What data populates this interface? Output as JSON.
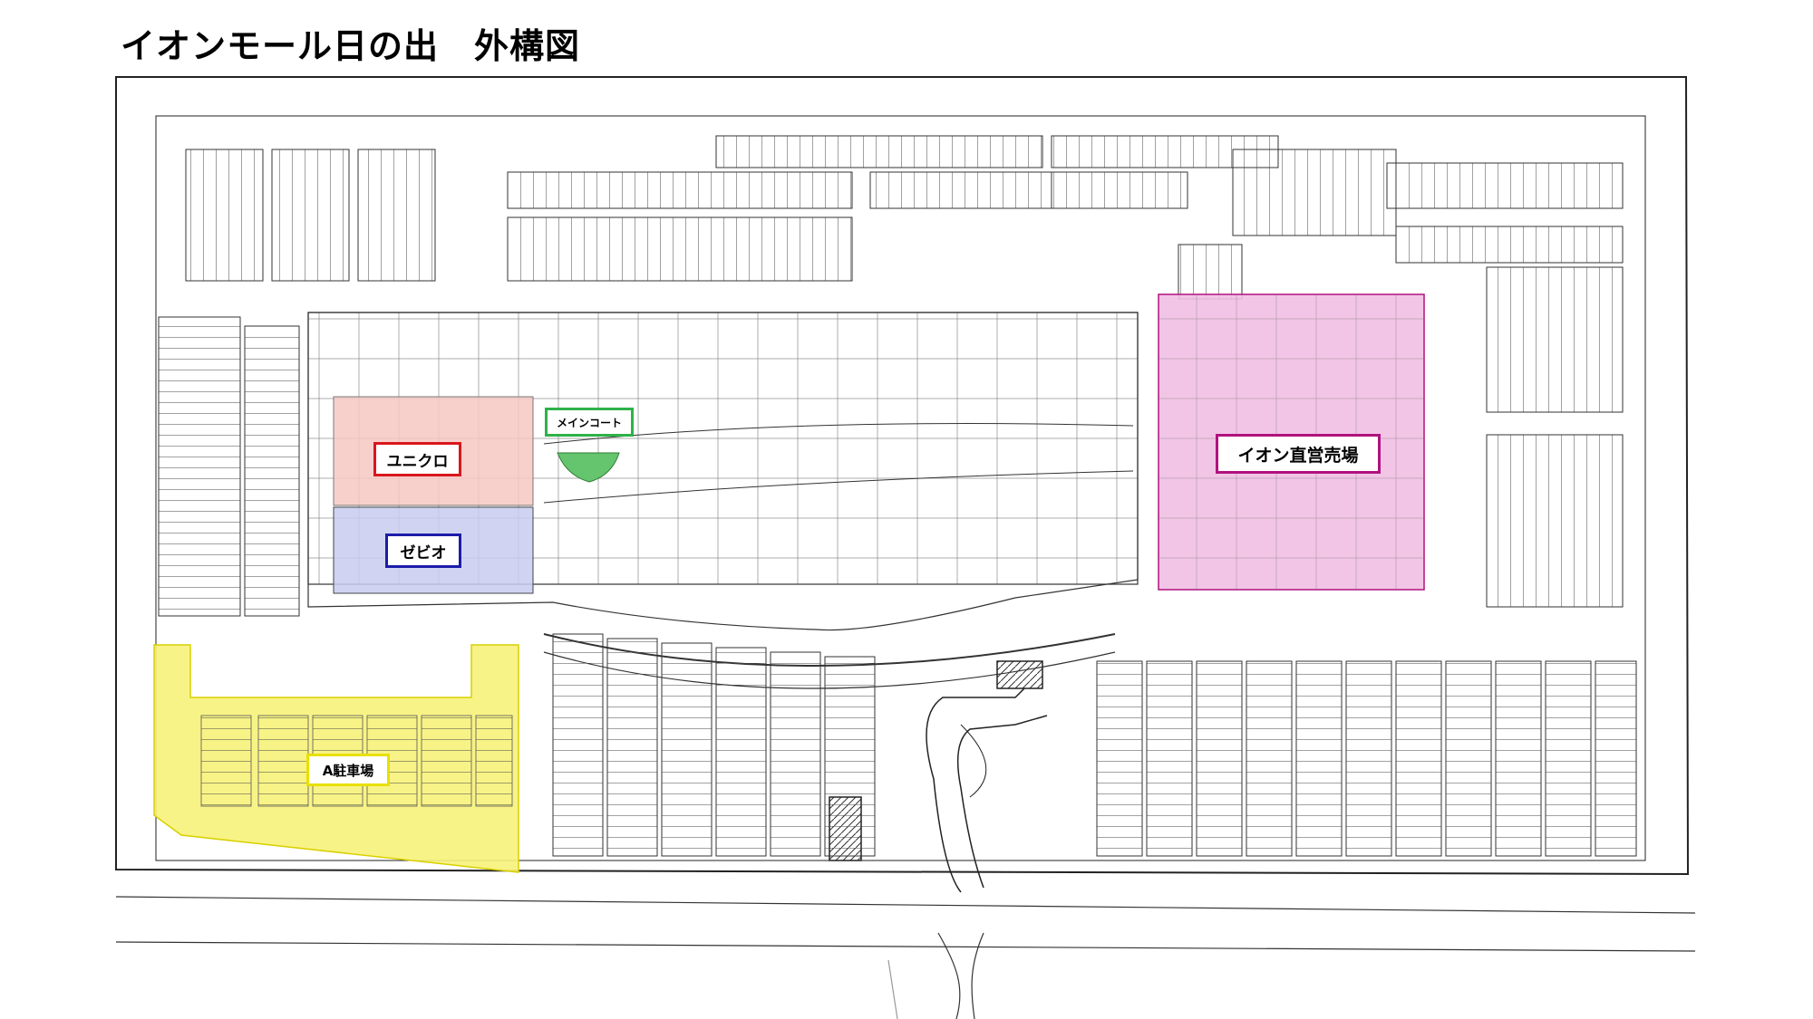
{
  "page": {
    "title": "イオンモール日の出　外構図"
  },
  "labels": {
    "uniqlo": "ユニクロ",
    "xebio": "ゼビオ",
    "main_court": "メインコート",
    "aeon_direct": "イオン直営売場",
    "a_parking": "A駐車場"
  },
  "colors": {
    "uniqlo_fill": "#f6c8c3",
    "uniqlo_border": "#d9161d",
    "xebio_fill": "#c8cdf0",
    "xebio_border": "#1c1ca8",
    "main_court_border": "#2eb24a",
    "aeon_fill": "#f1bfe3",
    "aeon_border": "#b0127e",
    "a_parking_fill": "#f7f27a",
    "a_parking_border": "#e8e000"
  }
}
